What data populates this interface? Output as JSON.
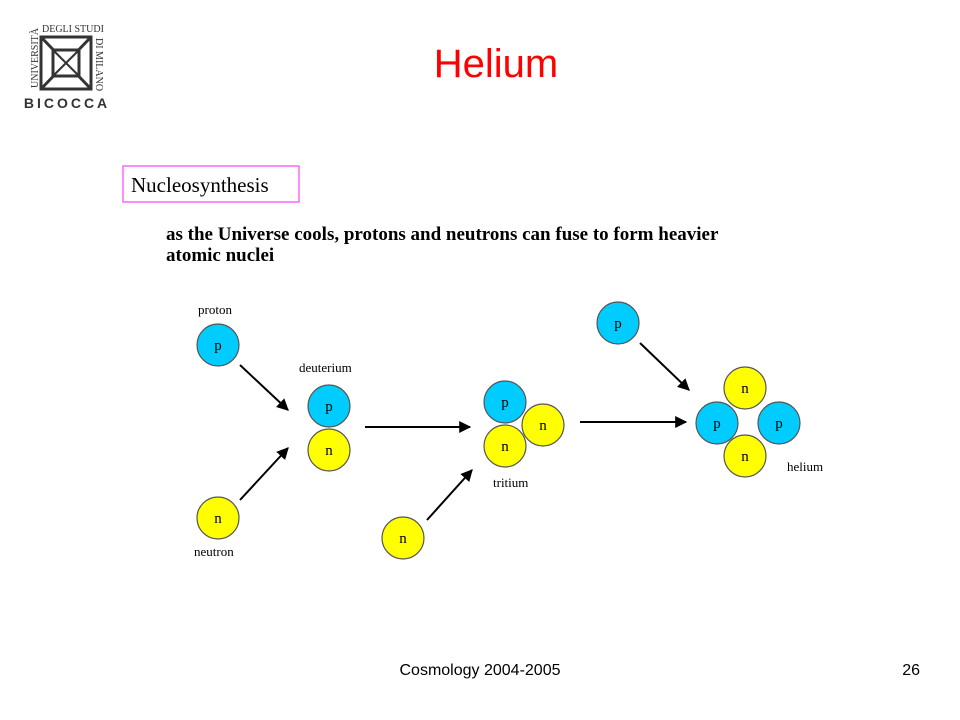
{
  "page": {
    "title": "Helium",
    "title_color": "#ff0000"
  },
  "logo": {
    "line1": "UNIVERSITÀ",
    "line2": "DEGLI STUDI",
    "line3": "DI MILANO",
    "line4": "BICOCCA",
    "color": "#333333"
  },
  "figure": {
    "heading": "Nucleosynthesis",
    "heading_border_color": "#ff66ff",
    "caption_line1": "as the Universe cools, protons and neutrons can fuse to form heavier",
    "caption_line2": "atomic nuclei",
    "labels": {
      "proton": "proton",
      "neutron": "neutron",
      "deuterium": "deuterium",
      "tritium": "tritium",
      "helium": "helium"
    },
    "particles": {
      "proton_symbol": "p",
      "neutron_symbol": "n"
    },
    "colors": {
      "proton": "#00ccff",
      "neutron": "#ffff00",
      "outline": "#555555"
    }
  },
  "footer": {
    "course": "Cosmology 2004-2005",
    "page_number": "26"
  }
}
